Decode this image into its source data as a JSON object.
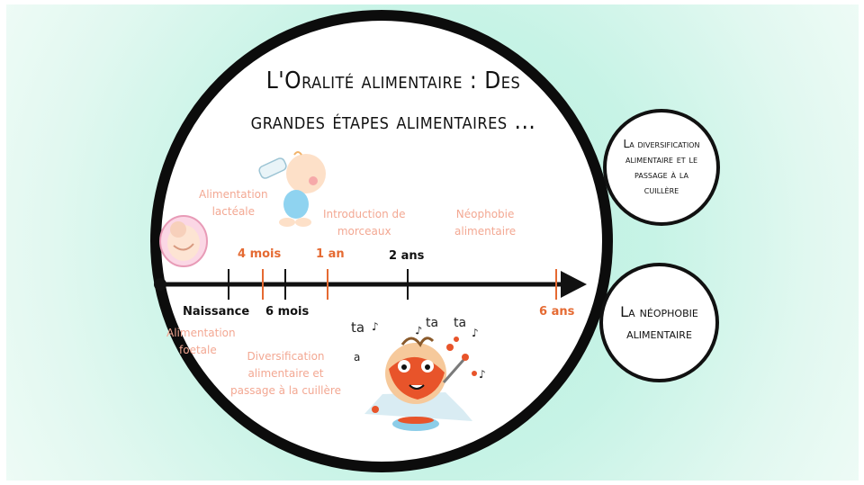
{
  "title": {
    "line1": "L'Oralité alimentaire : Des",
    "line2": "grandes étapes alimentaires ..."
  },
  "stages": {
    "lactation": [
      "Alimentation",
      "lactéale"
    ],
    "morceaux": [
      "Introduction de",
      "morceaux"
    ],
    "neophobie": [
      "Néophobie",
      "alimentaire"
    ],
    "foetale": [
      "Alimentation",
      "foetale"
    ],
    "diversification": [
      "Diversification",
      "alimentaire et",
      "passage à la cuillère"
    ]
  },
  "timeline": {
    "naissance": "Naissance",
    "quatre_mois": "4 mois",
    "six_mois": "6 mois",
    "un_an": "1 an",
    "deux_ans": "2 ans",
    "six_ans": "6 ans"
  },
  "side_circles": {
    "diversification": "La diversification alimentaire et le passage à la cuillère",
    "neophobie": "La néophobie alimentaire"
  },
  "illustration_text": {
    "ta1": "ta",
    "ta2": "ta",
    "ta3": "ta",
    "a": "a"
  },
  "colors": {
    "accent_orange": "#e56a32",
    "stage_text": "#f3a893",
    "background_mint": "#b8f0de"
  }
}
